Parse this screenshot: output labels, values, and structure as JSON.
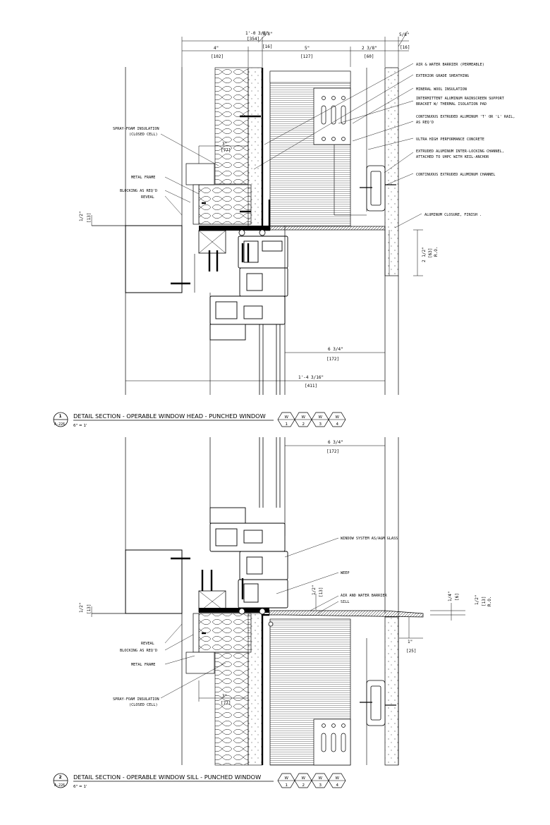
{
  "head": {
    "dims": {
      "overall": "1'-0 3/8\"",
      "overall_mm": "[354]",
      "small_left": "5/8\"",
      "small_left_mm": "[16]",
      "small_right": "5/8\"",
      "small_right_mm": "[16]",
      "insul": "4\"",
      "insul_mm": "[102]",
      "uhpc": "5\"",
      "uhpc_mm": "[127]",
      "air": "2 3/8\"",
      "air_mm": "[60]",
      "foam": "3\"",
      "foam_mm": "[77]",
      "reveal": "1/2\"",
      "reveal_mm": "[13]",
      "ro": "2 1/2\"",
      "ro_mm": "[63]",
      "ro_label": "R.O.",
      "glass": "6 3/4\"",
      "glass_mm": "[172]",
      "total": "1'-4 3/16\"",
      "total_mm": "[411]"
    },
    "notes_right": [
      "AIR & WATER BARRIER (PERMEABLE)",
      "EXTERIOR GRADE SHEATHING",
      "MINERAL WOOL INSULATION",
      "INTERMITTENT ALUMINUM RAINSCREEN SUPPORT",
      "BRACKET W/ THERMAL ISOLATION PAD",
      "CONTINUOUS EXTRUDED ALUMINUM 'T' OR 'L' RAIL,",
      "AS REQ'D",
      "ULTRA HIGH PERFORMANCE CONCRETE",
      "EXTRUDED ALUMINUM INTER-LOCKING CHANNEL,",
      "ATTACHED TO UHPC WITH KEIL-ANCHOR",
      "CONTINUOUS EXTRUDED ALUMINUM CHANNEL",
      "ALUMINUM CLOSURE, FINISH ."
    ],
    "notes_left": [
      "SPRAY-FOAM INSULATION",
      "(CLOSED CELL)",
      "METAL FRAME",
      "BLOCKING AS REQ'D",
      "REVEAL"
    ],
    "title": "DETAIL SECTION - OPERABLE WINDOW HEAD - PUNCHED WINDOW",
    "scale": "6\" = 1'",
    "bubble_num": "1",
    "bubble_sheet": "A-226"
  },
  "sill": {
    "dims": {
      "glass": "6 3/4\"",
      "glass_mm": "[172]",
      "reveal": "1/2\"",
      "reveal_mm": "[13]",
      "step": "1/2\"",
      "step_mm": "[13]",
      "slope": "1/4\"",
      "slope_mm": "[6]",
      "ro": "1/2\"",
      "ro_mm": "[13]",
      "ro_label": "R.O.",
      "drip": "1\"",
      "drip_mm": "[25]",
      "foam": "3\"",
      "foam_mm": "[77]"
    },
    "notes_right": [
      "WINDOW SYSTEM AS/A&M GLASS",
      "WEEP",
      "AIR AND WATER BARRIER",
      "SILL"
    ],
    "notes_left": [
      "REVEAL",
      "BLOCKING AS REQ'D",
      "METAL FRAME",
      "SPRAY-FOAM INSULATION",
      "(CLOSED CELL)"
    ],
    "title": "DETAIL SECTION - OPERABLE WINDOW SILL  - PUNCHED WINDOW",
    "scale": "6\" = 1'",
    "bubble_num": "2",
    "bubble_sheet": "A-226"
  },
  "tags": {
    "letter": "W",
    "numbers": [
      "1",
      "2",
      "3",
      "4"
    ]
  }
}
